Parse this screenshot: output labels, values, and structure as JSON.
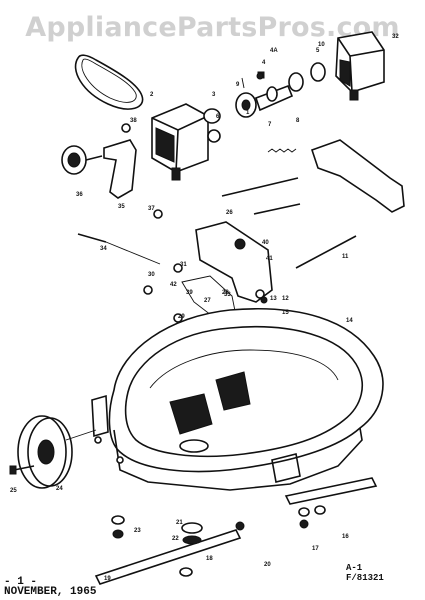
{
  "watermark": "AppliancePartsPros.com",
  "footer": {
    "page": "- 1 -",
    "date": "NOVEMBER, 1965",
    "sheet": "A-1",
    "figure": "F/81321"
  },
  "callouts": [
    "1",
    "2",
    "3",
    "4",
    "4A",
    "5",
    "6",
    "7",
    "8",
    "9",
    "10",
    "11",
    "12",
    "13",
    "14",
    "15",
    "16",
    "17",
    "18",
    "19",
    "20",
    "21",
    "22",
    "23",
    "24",
    "25",
    "26",
    "27",
    "28",
    "29",
    "30",
    "31",
    "32",
    "33",
    "34",
    "35",
    "36",
    "37",
    "38",
    "39",
    "40",
    "41",
    "42"
  ]
}
